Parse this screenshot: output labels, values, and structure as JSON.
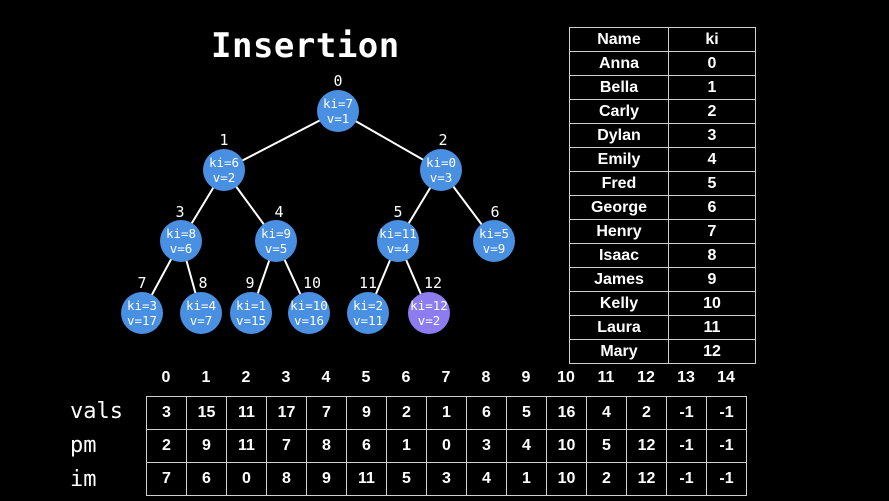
{
  "title": "Insertion",
  "tree": {
    "nodes": [
      {
        "index": "0",
        "ki": "ki=7",
        "v": "v=1",
        "highlight": false
      },
      {
        "index": "1",
        "ki": "ki=6",
        "v": "v=2",
        "highlight": false
      },
      {
        "index": "2",
        "ki": "ki=0",
        "v": "v=3",
        "highlight": false
      },
      {
        "index": "3",
        "ki": "ki=8",
        "v": "v=6",
        "highlight": false
      },
      {
        "index": "4",
        "ki": "ki=9",
        "v": "v=5",
        "highlight": false
      },
      {
        "index": "5",
        "ki": "ki=11",
        "v": "v=4",
        "highlight": false
      },
      {
        "index": "6",
        "ki": "ki=5",
        "v": "v=9",
        "highlight": false
      },
      {
        "index": "7",
        "ki": "ki=3",
        "v": "v=17",
        "highlight": false
      },
      {
        "index": "8",
        "ki": "ki=4",
        "v": "v=7",
        "highlight": false
      },
      {
        "index": "9",
        "ki": "ki=1",
        "v": "v=15",
        "highlight": false
      },
      {
        "index": "10",
        "ki": "ki=10",
        "v": "v=16",
        "highlight": false
      },
      {
        "index": "11",
        "ki": "ki=2",
        "v": "v=11",
        "highlight": false
      },
      {
        "index": "12",
        "ki": "ki=12",
        "v": "v=2",
        "highlight": true
      }
    ],
    "colors": {
      "node": "#4a90e2",
      "highlight": "#8c7cf0",
      "edge": "#ffffff"
    }
  },
  "name_table": {
    "headers": [
      "Name",
      "ki"
    ],
    "rows": [
      [
        "Anna",
        "0"
      ],
      [
        "Bella",
        "1"
      ],
      [
        "Carly",
        "2"
      ],
      [
        "Dylan",
        "3"
      ],
      [
        "Emily",
        "4"
      ],
      [
        "Fred",
        "5"
      ],
      [
        "George",
        "6"
      ],
      [
        "Henry",
        "7"
      ],
      [
        "Isaac",
        "8"
      ],
      [
        "James",
        "9"
      ],
      [
        "Kelly",
        "10"
      ],
      [
        "Laura",
        "11"
      ],
      [
        "Mary",
        "12"
      ]
    ]
  },
  "arrays": {
    "indices": [
      "0",
      "1",
      "2",
      "3",
      "4",
      "5",
      "6",
      "7",
      "8",
      "9",
      "10",
      "11",
      "12",
      "13",
      "14"
    ],
    "rows": [
      {
        "label": "vals",
        "values": [
          "3",
          "15",
          "11",
          "17",
          "7",
          "9",
          "2",
          "1",
          "6",
          "5",
          "16",
          "4",
          "2",
          "-1",
          "-1"
        ]
      },
      {
        "label": "pm",
        "values": [
          "2",
          "9",
          "11",
          "7",
          "8",
          "6",
          "1",
          "0",
          "3",
          "4",
          "10",
          "5",
          "12",
          "-1",
          "-1"
        ]
      },
      {
        "label": "im",
        "values": [
          "7",
          "6",
          "0",
          "8",
          "9",
          "11",
          "5",
          "3",
          "4",
          "1",
          "10",
          "2",
          "12",
          "-1",
          "-1"
        ]
      }
    ]
  }
}
